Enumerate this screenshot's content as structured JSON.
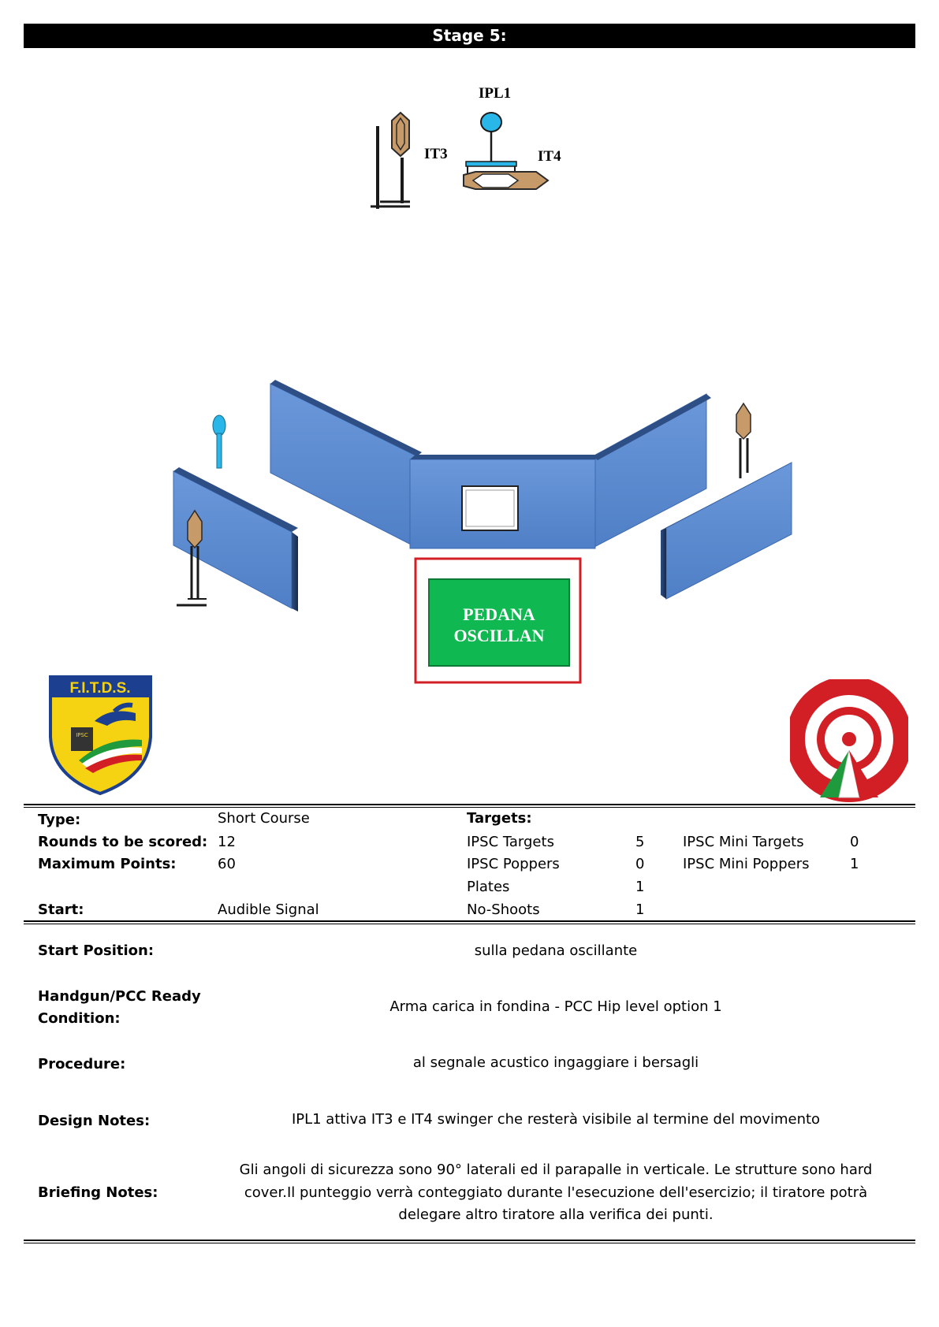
{
  "header": {
    "title": "Stage 5:"
  },
  "diagram": {
    "target_labels": {
      "ipl1": "IPL1",
      "it3": "IT3",
      "it4": "IT4"
    },
    "platform_text": [
      "PEDANA",
      "OSCILLAN"
    ],
    "colors": {
      "wall": "#5b8ad0",
      "platform": "#0fb850",
      "platform_border": "#d21f26",
      "popper": "#29b6e8",
      "target": "#c79a6a"
    }
  },
  "logos": {
    "left": {
      "alt": "F.I.T.D.S."
    },
    "right": {
      "alt": "ACCADEMIA DI TIRO ITALIANA"
    }
  },
  "stats": {
    "type_label": "Type:",
    "type_value": "Short Course",
    "rounds_label": "Rounds to be scored:",
    "rounds_value": "12",
    "points_label": "Maximum Points:",
    "points_value": "60",
    "start_label": "Start:",
    "start_value": "Audible Signal",
    "targets_label": "Targets:",
    "targets": [
      {
        "name": "IPSC Targets",
        "count": "5"
      },
      {
        "name": "IPSC Poppers",
        "count": "0"
      },
      {
        "name": "Plates",
        "count": "1"
      },
      {
        "name": "No-Shoots",
        "count": "1"
      }
    ],
    "mini_targets": [
      {
        "name": "IPSC Mini Targets",
        "count": "0"
      },
      {
        "name": "IPSC Mini Poppers",
        "count": "1"
      }
    ]
  },
  "details": {
    "start_position_label": "Start Position:",
    "start_position_value": "sulla pedana oscillante",
    "ready_label_1": "Handgun/PCC Ready",
    "ready_label_2": "Condition:",
    "ready_value": "Arma carica in fondina - PCC Hip level option 1",
    "procedure_label": "Procedure:",
    "procedure_value": "al segnale acustico ingaggiare i bersagli",
    "design_label": "Design Notes:",
    "design_value": "IPL1 attiva IT3 e IT4 swinger che resterà visibile al termine del movimento",
    "briefing_label": "Briefing Notes:",
    "briefing_lines": [
      "Gli angoli di sicurezza sono 90° laterali ed il parapalle in verticale. Le strutture sono hard",
      "cover.Il punteggio verrà conteggiato durante l'esecuzione dell'esercizio; il tiratore potrà",
      "delegare altro tiratore alla verifica  dei punti."
    ]
  }
}
